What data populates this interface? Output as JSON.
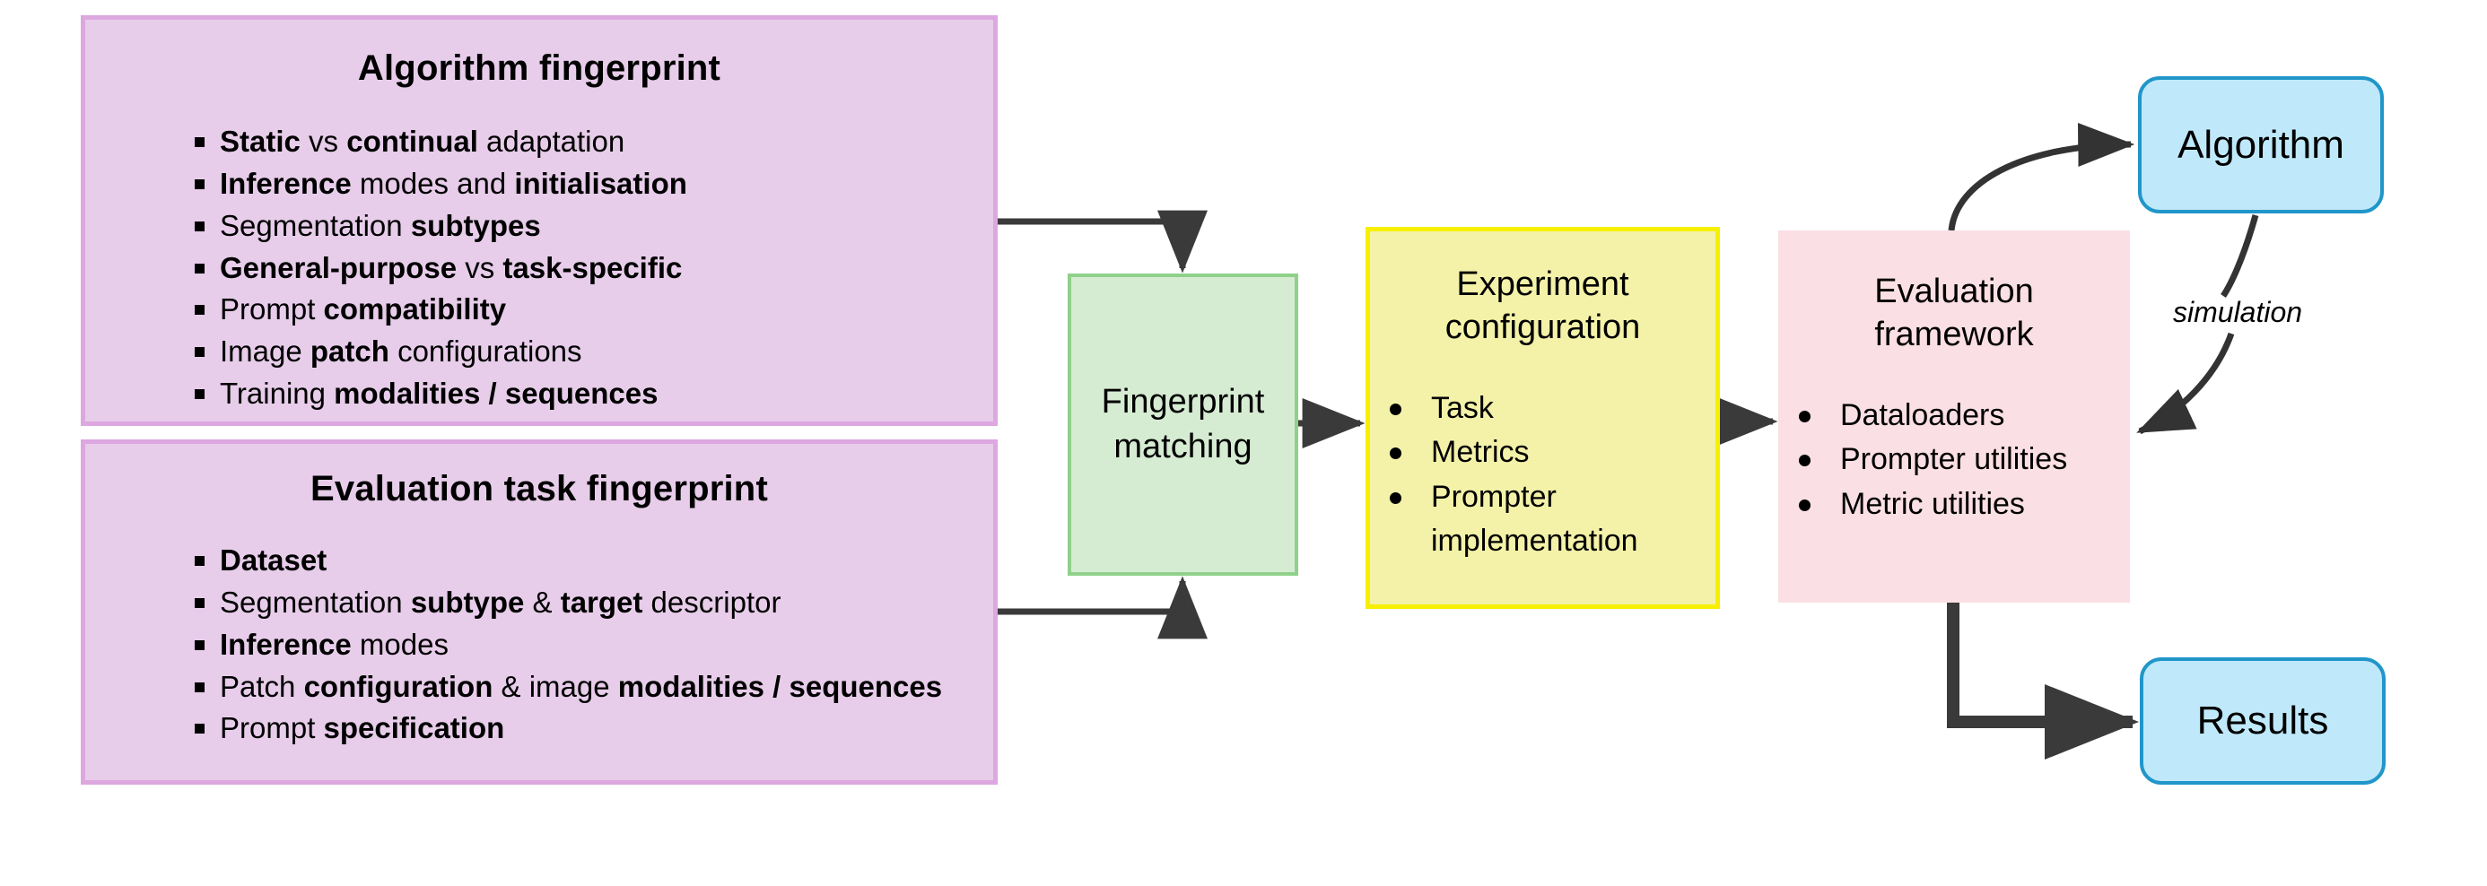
{
  "diagram": {
    "title_hidden": "",
    "colors": {
      "purple_fill": "#e7cdea",
      "purple_border": "#dda7e0",
      "green_fill": "#d6ecd2",
      "green_border": "#8fd18a",
      "yellow_fill": "#f4f2a8",
      "yellow_border": "#f7ef00",
      "pink_fill": "#fadfe4",
      "blue_fill": "#bfe9fb",
      "blue_border": "#2196c9",
      "arrow": "#3a3a3a"
    },
    "algorithm_fingerprint": {
      "title": "Algorithm fingerprint",
      "items": [
        {
          "html": "<b>Static</b> vs <b>continual</b> adaptation"
        },
        {
          "html": "<b>Inference</b> modes and <b>initialisation</b>"
        },
        {
          "html": "Segmentation <b>subtypes</b>"
        },
        {
          "html": "<b>General-purpose</b> vs <b>task-specific</b>"
        },
        {
          "html": "Prompt <b>compatibility</b>"
        },
        {
          "html": "Image <b>patch</b> configurations"
        },
        {
          "html": "Training <b>modalities / sequences</b>"
        }
      ]
    },
    "evaluation_task_fingerprint": {
      "title": "Evaluation task fingerprint",
      "items": [
        {
          "html": "<b>Dataset</b>"
        },
        {
          "html": "Segmentation <b>subtype</b> &amp; <b>target</b> descriptor"
        },
        {
          "html": "<b>Inference</b> modes"
        },
        {
          "html": "Patch <b>configuration</b> &amp; image <b>modalities / sequences</b>"
        },
        {
          "html": "Prompt <b>specification</b>"
        }
      ]
    },
    "fingerprint_matching": {
      "label_line1": "Fingerprint",
      "label_line2": "matching"
    },
    "experiment_configuration": {
      "title_line1": "Experiment",
      "title_line2": "configuration",
      "items": [
        "Task",
        "Metrics",
        "Prompter",
        "implementation"
      ]
    },
    "evaluation_framework": {
      "title_line1": "Evaluation",
      "title_line2": "framework",
      "items": [
        "Dataloaders",
        "Prompter utilities",
        "Metric utilities"
      ]
    },
    "algorithm_box": {
      "label": "Algorithm"
    },
    "results_box": {
      "label": "Results"
    },
    "edges": {
      "simulation_label": "simulation"
    }
  }
}
